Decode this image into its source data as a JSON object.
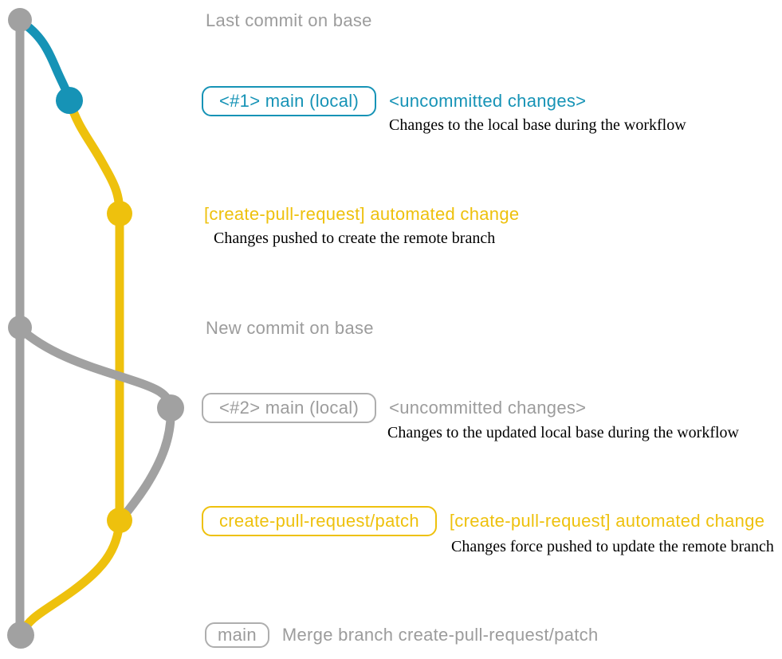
{
  "colors": {
    "gray": "#a1a1a1",
    "gray_text": "#9c9c9c",
    "teal": "#1693b6",
    "yellow": "#eec10d",
    "description_text": "#000000"
  },
  "graph": {
    "commits": [
      {
        "name": "last-commit-on-base",
        "color": "gray"
      },
      {
        "name": "local-main-1-uncommitted",
        "color": "teal"
      },
      {
        "name": "create-pull-request-automated-change-1",
        "color": "yellow"
      },
      {
        "name": "new-commit-on-base",
        "color": "gray"
      },
      {
        "name": "local-main-2-uncommitted",
        "color": "gray"
      },
      {
        "name": "create-pull-request-automated-change-2",
        "color": "yellow"
      },
      {
        "name": "merge-commit",
        "color": "gray"
      }
    ]
  },
  "annotations": {
    "row1": {
      "title": "Last commit on base"
    },
    "row2": {
      "badge": "<#1> main (local)",
      "status": "<uncommitted changes>",
      "description": "Changes to the local base during the workflow"
    },
    "row3": {
      "title": "[create-pull-request] automated change",
      "description": "Changes pushed to create the remote branch"
    },
    "row4": {
      "title": "New commit on base"
    },
    "row5": {
      "badge": "<#2> main (local)",
      "status": "<uncommitted changes>",
      "description": "Changes to the updated local base during the workflow"
    },
    "row6": {
      "badge": "create-pull-request/patch",
      "title": "[create-pull-request] automated change",
      "description": "Changes force pushed to update the remote branch"
    },
    "row7": {
      "badge": "main",
      "title": "Merge branch create-pull-request/patch"
    }
  }
}
